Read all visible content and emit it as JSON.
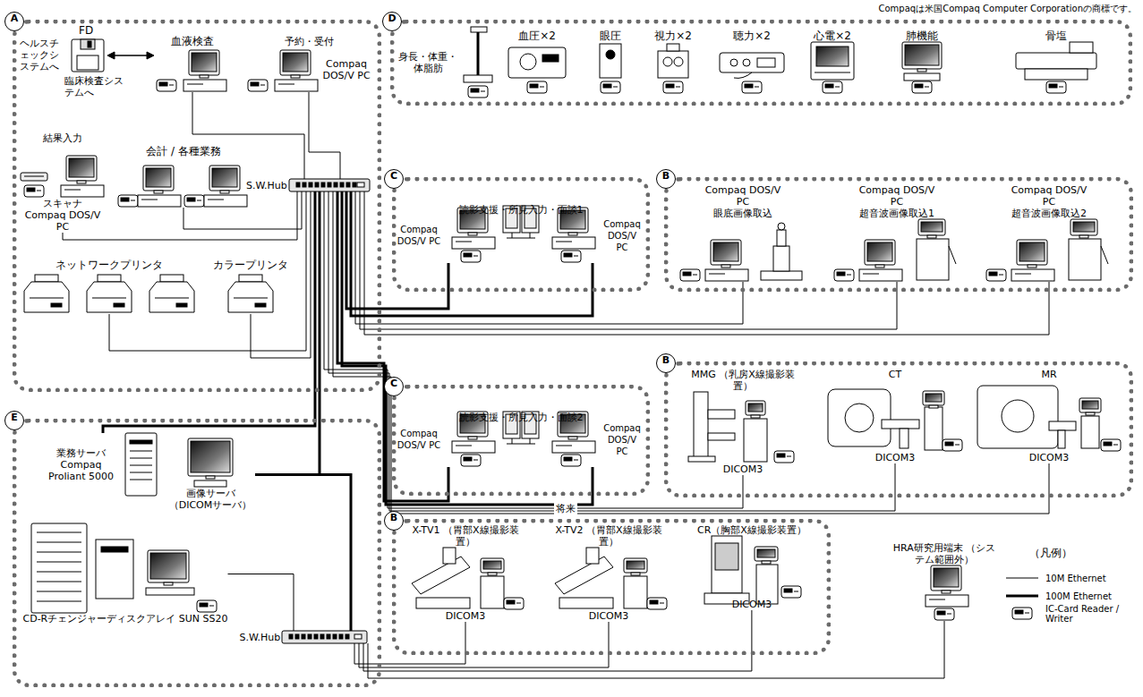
{
  "diagram": {
    "nodes": [
      {
        "text": [
          "A"
        ]
      },
      {
        "text": [
          "血液検査"
        ],
        "in": 0
      },
      {
        "text": [
          "予約・受付",
          "Compaq DOS/V PC"
        ],
        "in": 0
      },
      {
        "text": [
          "結果入力",
          "スキャナ",
          "Compaq DOS/V PC"
        ],
        "in": 0
      },
      {
        "text": [
          "会計 / 各種業務"
        ],
        "in": 0
      },
      {
        "text": [
          "S.W.Hub"
        ],
        "in": 0
      },
      {
        "text": [
          "ネットワークプリンタ"
        ],
        "in": 0
      },
      {
        "text": [
          "カラープリンタ"
        ],
        "in": 0
      },
      {
        "text": [
          "D"
        ]
      },
      {
        "text": [
          "身長・体重・体脂肪"
        ],
        "in": 8
      },
      {
        "text": [
          "血圧×2"
        ],
        "in": 8
      },
      {
        "text": [
          "眼圧"
        ],
        "in": 8
      },
      {
        "text": [
          "視力×2"
        ],
        "in": 8
      },
      {
        "text": [
          "聴力×2"
        ],
        "in": 8
      },
      {
        "text": [
          "心電×2"
        ],
        "in": 8
      },
      {
        "text": [
          "肺機能"
        ],
        "in": 8
      },
      {
        "text": [
          "骨塩"
        ],
        "in": 8
      },
      {
        "text": [
          "C",
          "読影支援・所見入力・面談1"
        ]
      },
      {
        "text": [
          "Compaq DOS/V PC"
        ],
        "in": 17
      },
      {
        "text": [
          "Compaq DOS/V PC"
        ],
        "in": 17
      },
      {
        "text": [
          "B"
        ]
      },
      {
        "text": [
          "Compaq DOS/V PC",
          "眼底画像取込"
        ],
        "in": 20
      },
      {
        "text": [
          "Compaq DOS/V PC",
          "超音波画像取込1"
        ],
        "in": 20
      },
      {
        "text": [
          "Compaq DOS/V PC",
          "超音波画像取込2"
        ],
        "in": 20
      },
      {
        "text": [
          "C",
          "読影支援・所見入力・面談2"
        ]
      },
      {
        "text": [
          "Compaq DOS/V PC"
        ],
        "in": 24
      },
      {
        "text": [
          "Compaq DOS/V PC"
        ],
        "in": 24
      },
      {
        "text": [
          "B"
        ]
      },
      {
        "text": [
          "MMG （乳房X線撮影装置）",
          "DICOM3"
        ],
        "in": 27
      },
      {
        "text": [
          "CT",
          "DICOM3"
        ],
        "in": 27
      },
      {
        "text": [
          "MR",
          "DICOM3"
        ],
        "in": 27
      },
      {
        "text": [
          "E"
        ]
      },
      {
        "text": [
          "業務サーバ Compaq Proliant 5000"
        ],
        "in": 31
      },
      {
        "text": [
          "画像サーバ （DICOMサーバ）"
        ],
        "in": 31
      },
      {
        "text": [
          "CD-Rチェンジャーディスクアレイ SUN SS20"
        ],
        "in": 31
      },
      {
        "text": [
          "S.W.Hub"
        ],
        "in": 31
      },
      {
        "text": [
          "B"
        ]
      },
      {
        "text": [
          "X-TV1 （胃部X線撮影装置）",
          "DICOM3"
        ],
        "in": 36
      },
      {
        "text": [
          "X-TV2 （胃部X線撮影装置）",
          "DICOM3"
        ],
        "in": 36
      },
      {
        "text": [
          "CR（胸部X線撮影装置）",
          "DICOM3"
        ],
        "in": 36
      },
      {
        "text": [
          "HRA研究用端末 （システム範囲外）"
        ]
      }
    ],
    "edges": [
      {
        "from": 1,
        "to": 5,
        "arrow": "none"
      },
      {
        "from": 2,
        "to": 5,
        "arrow": "none"
      },
      {
        "from": 3,
        "to": 5,
        "arrow": "none"
      },
      {
        "from": 4,
        "to": 5,
        "arrow": "none"
      },
      {
        "from": 6,
        "to": 5,
        "arrow": "none"
      },
      {
        "from": 7,
        "to": 5,
        "arrow": "none"
      },
      {
        "from": 18,
        "to": 5,
        "arrow": "none"
      },
      {
        "from": 19,
        "to": 5,
        "arrow": "none"
      },
      {
        "from": 21,
        "to": 5,
        "arrow": "none"
      },
      {
        "from": 22,
        "to": 5,
        "arrow": "none"
      },
      {
        "from": 23,
        "to": 5,
        "arrow": "none"
      },
      {
        "from": 25,
        "to": 5,
        "arrow": "none"
      },
      {
        "from": 26,
        "to": 5,
        "arrow": "none"
      },
      {
        "from": 28,
        "to": 5,
        "label": "将来",
        "arrow": "none"
      },
      {
        "from": 29,
        "to": 5,
        "arrow": "none"
      },
      {
        "from": 30,
        "to": 5,
        "arrow": "none"
      },
      {
        "from": 32,
        "to": 5,
        "arrow": "none"
      },
      {
        "from": 33,
        "to": 5,
        "arrow": "none"
      },
      {
        "from": 33,
        "to": 35,
        "arrow": "none"
      },
      {
        "from": 34,
        "to": 35,
        "arrow": "none"
      },
      {
        "from": 37,
        "to": 35,
        "arrow": "none"
      },
      {
        "from": 38,
        "to": 35,
        "arrow": "none"
      },
      {
        "from": 39,
        "to": 35,
        "arrow": "none"
      },
      {
        "from": 40,
        "to": 35,
        "arrow": "none"
      }
    ],
    "labels": [
      "Compaqは米国Compaq Computer Corporationの商標です。",
      "FD",
      "ヘルスチェックシステムへ",
      "臨床検査システムへ",
      "（凡例）"
    ],
    "legend": [
      {
        "text": "10M Ethernet"
      },
      {
        "text": "100M Ethernet"
      },
      {
        "text": "IC-Card Reader / Writer"
      }
    ]
  }
}
